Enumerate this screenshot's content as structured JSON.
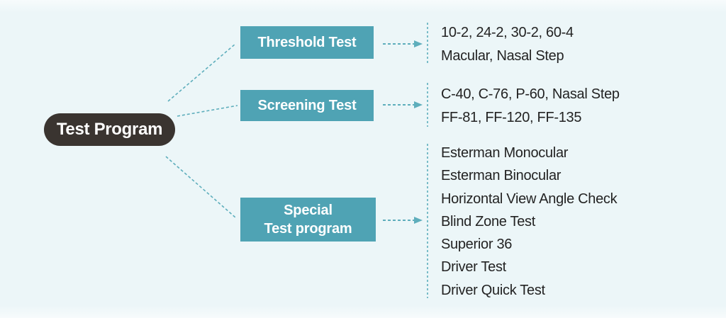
{
  "palette": {
    "background": "#ecf6f8",
    "box_fill": "#4fa3b4",
    "box_text": "#ffffff",
    "root_fill": "#3a3430",
    "root_text": "#ffffff",
    "list_text": "#232323",
    "connector": "#5eaebc",
    "separator": "#79bcc8"
  },
  "root": {
    "label": "Test Program"
  },
  "branches": [
    {
      "label": "Threshold Test",
      "items": [
        "10-2, 24-2, 30-2, 60-4",
        "Macular, Nasal Step"
      ]
    },
    {
      "label": "Screening Test",
      "items": [
        "C-40, C-76, P-60, Nasal Step",
        "FF-81, FF-120, FF-135"
      ]
    },
    {
      "label_lines": [
        "Special",
        "Test program"
      ],
      "items": [
        "Esterman Monocular",
        "Esterman Binocular",
        "Horizontal View Angle Check",
        "Blind Zone Test",
        "Superior 36",
        "Driver Test",
        "Driver Quick Test"
      ]
    }
  ]
}
